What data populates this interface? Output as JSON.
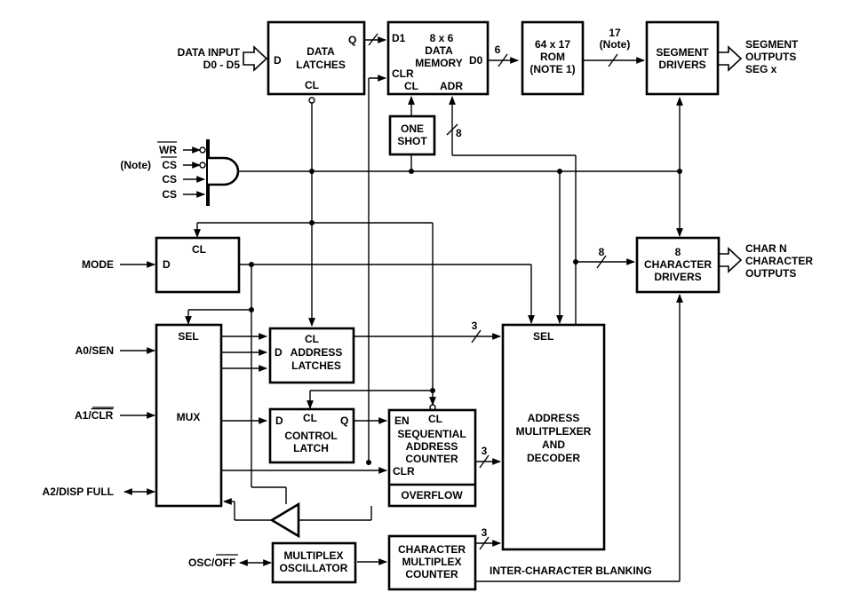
{
  "inputs": {
    "data_input_1": "DATA INPUT",
    "data_input_2": "D0 - D5",
    "wr": "WR",
    "cs_bar": "CS",
    "cs_1": "CS",
    "cs_2": "CS",
    "note": "(Note)",
    "mode": "MODE",
    "a0": "A0/SEN",
    "a1": "A1/",
    "a1_bar": "CLR",
    "a2": "A2/DISP FULL",
    "osc": "OSC/",
    "osc_bar": "OFF"
  },
  "blocks": {
    "data_latches": {
      "title_1": "DATA",
      "title_2": "LATCHES",
      "d": "D",
      "q": "Q",
      "cl": "CL"
    },
    "data_memory": {
      "title_1": "8 x 6",
      "title_2": "DATA",
      "title_3": "MEMORY",
      "d1": "D1",
      "d0": "D0",
      "clr": "CLR",
      "cl": "CL",
      "adr": "ADR"
    },
    "rom": {
      "title_1": "64 x 17",
      "title_2": "ROM",
      "title_3": "(NOTE 1)"
    },
    "segment_drivers": {
      "title_1": "SEGMENT",
      "title_2": "DRIVERS"
    },
    "one_shot": {
      "title_1": "ONE",
      "title_2": "SHOT"
    },
    "mode_latch": {
      "cl": "CL",
      "d": "D"
    },
    "character_drivers": {
      "title_1": "8",
      "title_2": "CHARACTER",
      "title_3": "DRIVERS"
    },
    "mux": {
      "sel": "SEL",
      "title": "MUX"
    },
    "address_latches": {
      "title_1": "CL",
      "title_2": "ADDRESS",
      "title_3": "LATCHES",
      "d": "D"
    },
    "control_latch": {
      "d": "D",
      "cl": "CL",
      "q": "Q",
      "title_1": "CONTROL",
      "title_2": "LATCH"
    },
    "sequential_counter": {
      "en": "EN",
      "cl": "CL",
      "title_1": "SEQUENTIAL",
      "title_2": "ADDRESS",
      "title_3": "COUNTER",
      "clr": "CLR",
      "overflow": "OVERFLOW"
    },
    "address_mux": {
      "sel": "SEL",
      "title_1": "ADDRESS",
      "title_2": "MULITPLEXER",
      "title_3": "AND",
      "title_4": "DECODER"
    },
    "multiplex_oscillator": {
      "title_1": "MULTIPLEX",
      "title_2": "OSCILLATOR"
    },
    "char_mux_counter": {
      "title_1": "CHARACTER",
      "title_2": "MULTIPLEX",
      "title_3": "COUNTER"
    }
  },
  "outputs": {
    "segment_1": "SEGMENT",
    "segment_2": "OUTPUTS",
    "segment_3": "SEG x",
    "char_1": "CHAR N",
    "char_2": "CHARACTER",
    "char_3": "OUTPUTS"
  },
  "bus_labels": {
    "dl_to_mem": "",
    "mem_to_rom": "6",
    "rom_to_seg_1": "17",
    "rom_to_seg_2": "(Note)",
    "adr_bus": "8",
    "to_char_drivers": "8",
    "addr_latch_bus": "3",
    "seq_counter_bus": "3",
    "char_counter_bus": "3"
  },
  "signals": {
    "blanking": "INTER-CHARACTER BLANKING"
  }
}
